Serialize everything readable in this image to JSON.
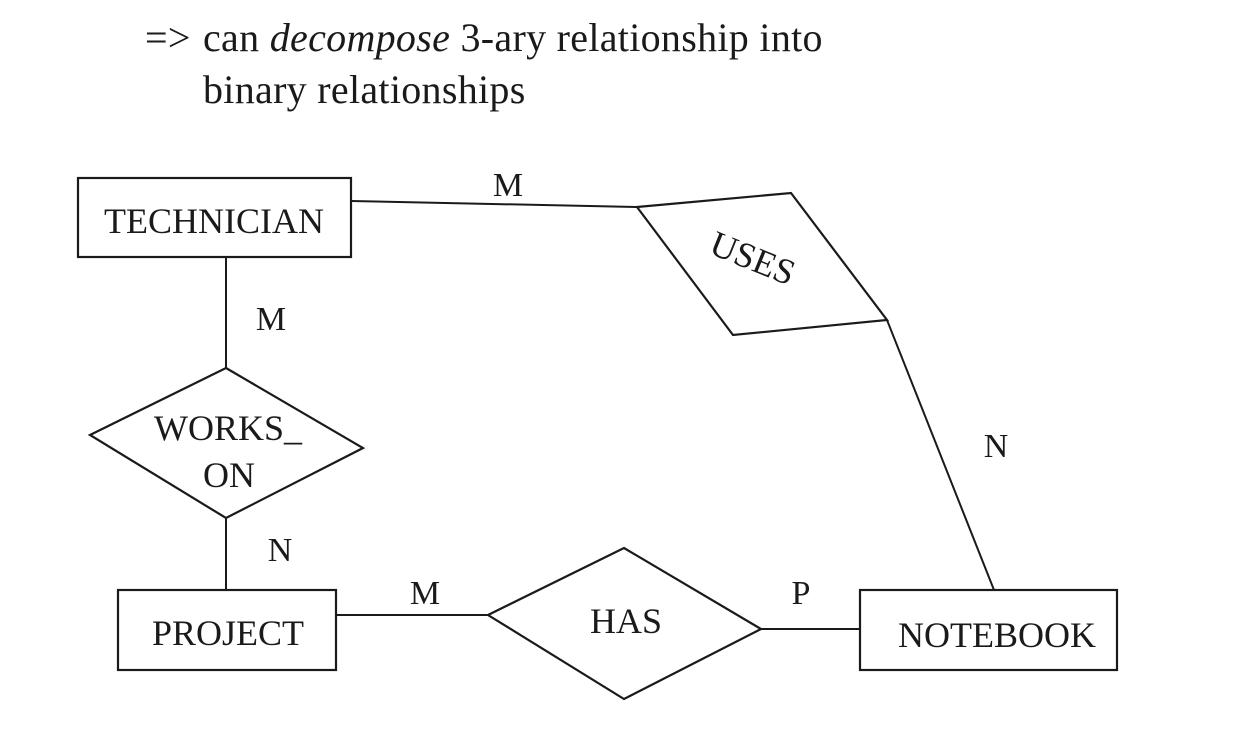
{
  "heading": {
    "arrow": "=>",
    "line1_before": "can",
    "line1_emph": "decompose",
    "line1_after": "3-ary relationship into",
    "line2": "binary relationships"
  },
  "entities": {
    "technician": "TECHNICIAN",
    "project": "PROJECT",
    "notebook": "NOTEBOOK"
  },
  "relationships": {
    "uses": "USES",
    "works_on_line1": "WORKS_",
    "works_on_line2": "ON",
    "has": "HAS"
  },
  "cardinalities": {
    "technician_uses": "M",
    "uses_notebook": "N",
    "technician_works_on": "M",
    "works_on_project": "N",
    "project_has": "M",
    "has_notebook": "P"
  }
}
